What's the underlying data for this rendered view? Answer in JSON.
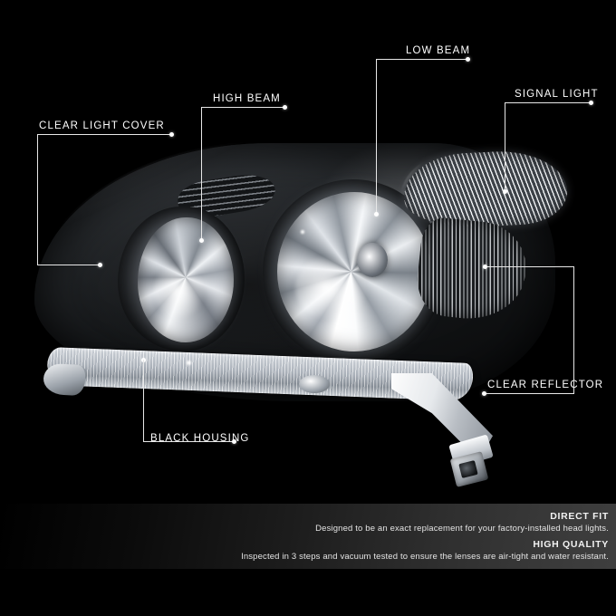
{
  "product": {
    "name": "projector-headlight-assembly",
    "background_color": "#000000"
  },
  "callouts": [
    {
      "id": "clear-light-cover",
      "label": "CLEAR LIGHT COVER"
    },
    {
      "id": "high-beam",
      "label": "HIGH BEAM"
    },
    {
      "id": "low-beam",
      "label": "LOW BEAM"
    },
    {
      "id": "signal-light",
      "label": "SIGNAL LIGHT"
    },
    {
      "id": "clear-reflector",
      "label": "CLEAR REFLECTOR"
    },
    {
      "id": "black-housing",
      "label": "BLACK HOUSING"
    }
  ],
  "features": [
    {
      "title": "DIRECT FIT",
      "description": "Designed to be an exact replacement for your factory-installed head lights."
    },
    {
      "title": "HIGH QUALITY",
      "description": "Inspected in 3 steps and vacuum tested to ensure the lenses are air-tight and water resistant."
    }
  ],
  "panel": {
    "gradient_from": "#000000",
    "gradient_to": "#3e3e3e"
  }
}
